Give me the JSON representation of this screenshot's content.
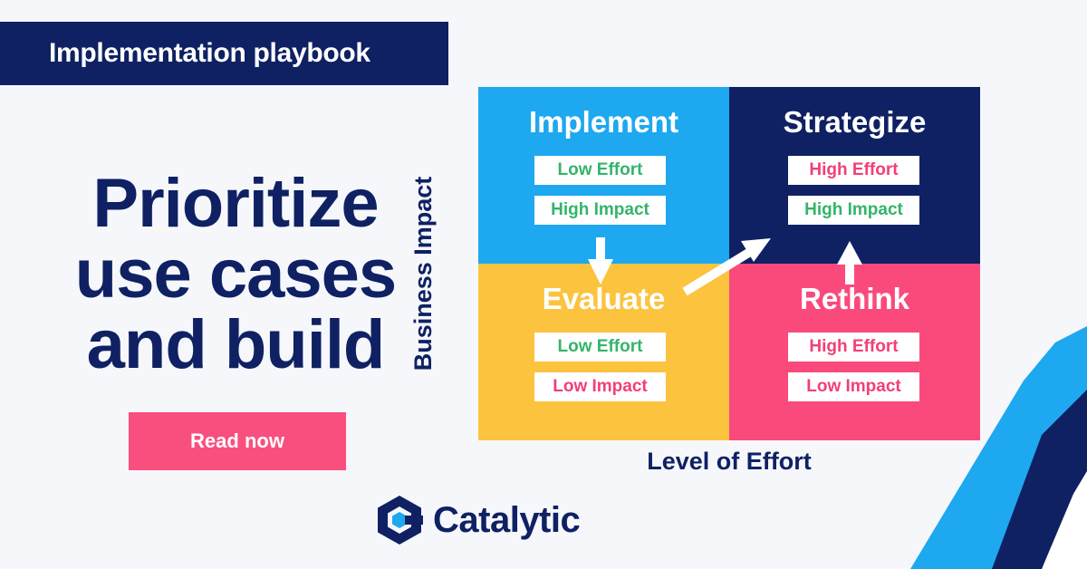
{
  "banner": {
    "title": "Implementation playbook"
  },
  "headline": {
    "lines": [
      "Prioritize",
      "use cases",
      "and build"
    ]
  },
  "cta": {
    "label": "Read now"
  },
  "logo": {
    "name": "Catalytic",
    "icon": "catalytic-logo-icon"
  },
  "matrix": {
    "y_axis_label": "Business Impact",
    "x_axis_label": "Level of Effort",
    "quadrants": [
      {
        "title": "Implement",
        "tags": [
          "Low Effort",
          "High Impact"
        ],
        "color": "#1ea8f0"
      },
      {
        "title": "Strategize",
        "tags": [
          "High Effort",
          "High Impact"
        ],
        "color": "#0f2163"
      },
      {
        "title": "Evaluate",
        "tags": [
          "Low Effort",
          "Low Impact"
        ],
        "color": "#fcc33f"
      },
      {
        "title": "Rethink",
        "tags": [
          "High Effort",
          "Low Impact"
        ],
        "color": "#fa4a7c"
      }
    ]
  },
  "colors": {
    "navy": "#0f2163",
    "pink": "#f94f7f",
    "good": "#34b46a",
    "bad": "#f23f76"
  }
}
